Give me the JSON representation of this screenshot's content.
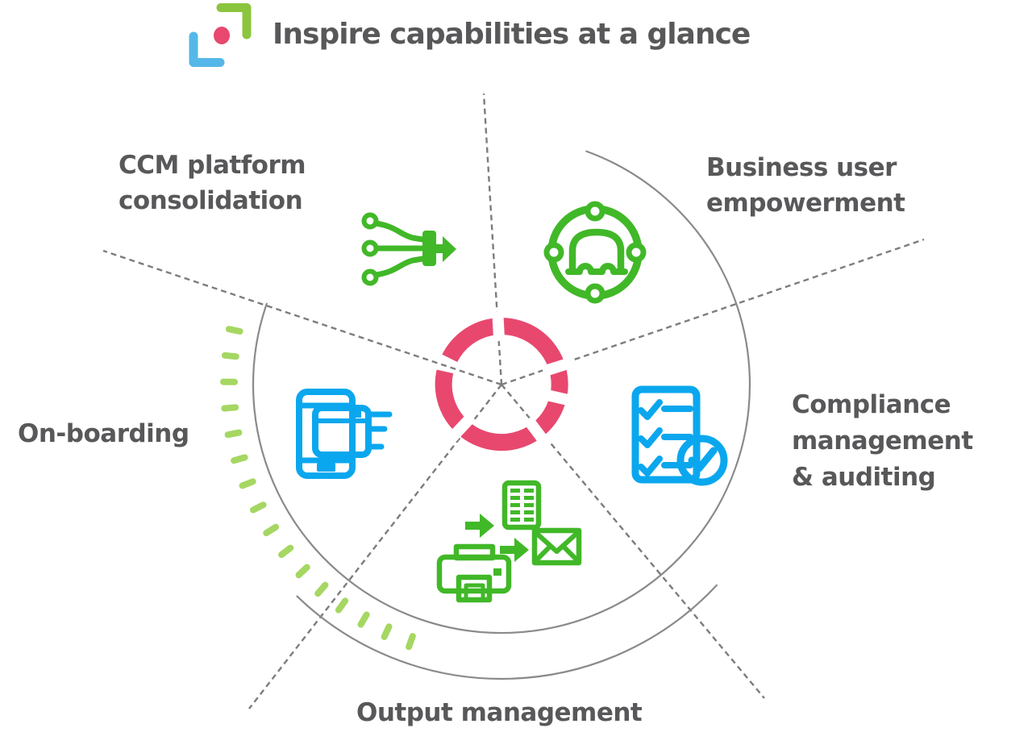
{
  "title": "Inspire capabilities at a glance",
  "logo": {
    "icon": "inspire-logo",
    "parts": [
      "green-corner-bracket-icon",
      "pink-dot-icon",
      "blue-corner-bracket-icon"
    ]
  },
  "segments": [
    {
      "id": "ccm",
      "label_lines": [
        "CCM platform",
        "consolidation"
      ],
      "icon": "merge-flows-icon",
      "icon_color": "#41b828"
    },
    {
      "id": "business-user",
      "label_lines": [
        "Business user",
        "empowerment"
      ],
      "icon": "user-network-icon",
      "icon_color": "#41b828"
    },
    {
      "id": "compliance",
      "label_lines": [
        "Compliance",
        "management",
        "& auditing"
      ],
      "icon": "checklist-audit-icon",
      "icon_color": "#0ba7ee"
    },
    {
      "id": "output",
      "label_lines": [
        "Output management"
      ],
      "icon": "print-distribute-icon",
      "icon_color": "#41b828"
    },
    {
      "id": "onboarding",
      "label_lines": [
        "On-boarding"
      ],
      "icon": "mobile-devices-icon",
      "icon_color": "#0ba7ee"
    }
  ],
  "colors": {
    "pink": "#e8486e",
    "green": "#41b828",
    "light_green": "#a5d762",
    "blue": "#0ba7ee",
    "logo_green": "#8bc53f",
    "logo_blue": "#55b8e8",
    "label_gray": "#58585a",
    "line_gray": "#7d7d7d",
    "arc_gray": "#8a8a8a"
  }
}
